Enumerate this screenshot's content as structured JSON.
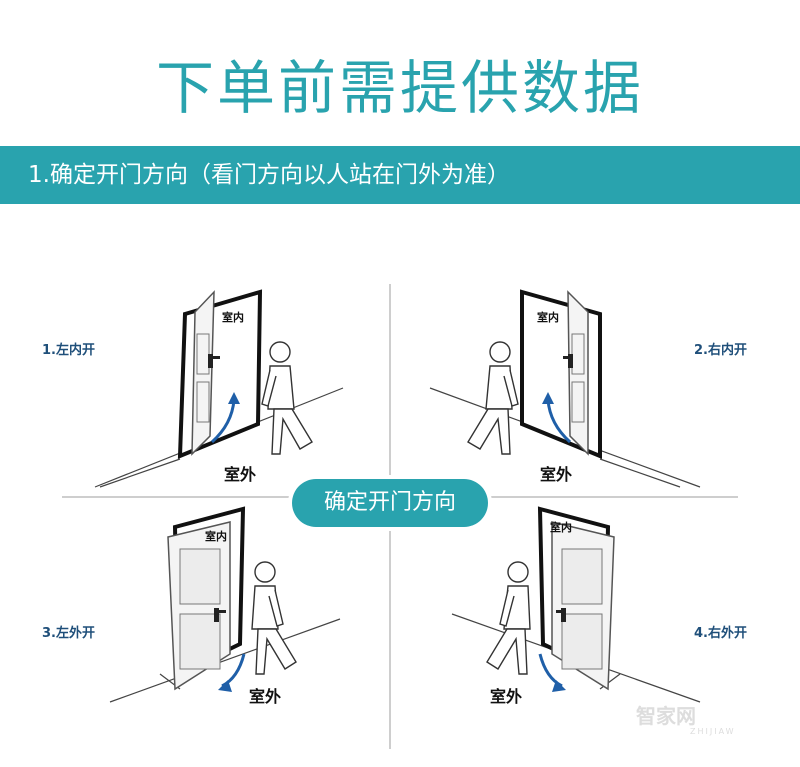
{
  "title": "下单前需提供数据",
  "banner": {
    "text": "1.确定开门方向（看门方向以人站在门外为准）"
  },
  "center_label": "确定开门方向",
  "labels": {
    "inside": "室内",
    "outside": "室外"
  },
  "options": [
    {
      "label": "1.左内开"
    },
    {
      "label": "2.右内开"
    },
    {
      "label": "3.左外开"
    },
    {
      "label": "4.右外开"
    }
  ],
  "watermark": {
    "text": "智家网",
    "sub": "ZHIJIAW"
  },
  "colors": {
    "accent": "#29a3ae",
    "label": "#1f4f7a",
    "arrow": "#1f5fa8"
  }
}
